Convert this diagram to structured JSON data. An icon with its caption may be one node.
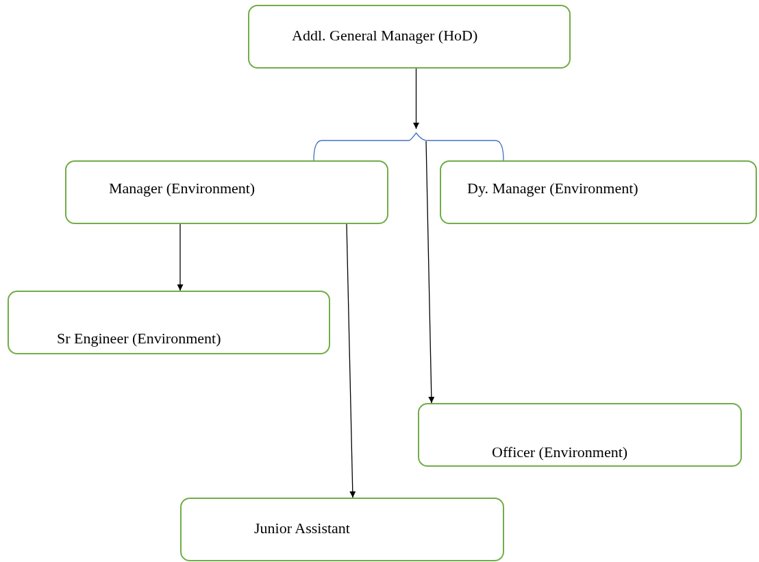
{
  "diagram": {
    "nodes": [
      {
        "text": [
          "Addl. General Manager (HoD)"
        ]
      },
      {
        "text": [
          "Manager (Environment)"
        ]
      },
      {
        "text": [
          "Dy. Manager (Environment)"
        ]
      },
      {
        "text": [
          "Sr Engineer (Environment)"
        ]
      },
      {
        "text": [
          "Officer (Environment)"
        ]
      },
      {
        "text": [
          "Junior Assistant"
        ]
      },
      {
        "text": [],
        "shape": "bracket"
      }
    ],
    "edges": [
      {
        "from": 0,
        "to": 6,
        "arrow": "to"
      },
      {
        "from": 6,
        "to": 1,
        "arrow": "none",
        "color": "#4472c4"
      },
      {
        "from": 6,
        "to": 2,
        "arrow": "none",
        "color": "#4472c4"
      },
      {
        "from": 6,
        "to": 4,
        "arrow": "to"
      },
      {
        "from": 1,
        "to": 3,
        "arrow": "to"
      },
      {
        "from": 1,
        "to": 5,
        "arrow": "to"
      }
    ]
  }
}
